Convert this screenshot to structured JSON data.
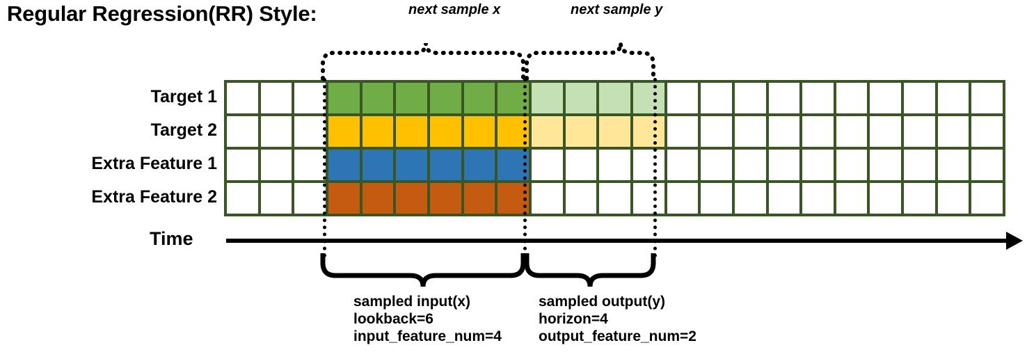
{
  "title": "Regular Regression(RR) Style:",
  "top_annotations": {
    "next_sample_x": "next sample x",
    "next_sample_y": "next sample y"
  },
  "row_labels": [
    "Target 1",
    "Target 2",
    "Extra Feature 1",
    "Extra Feature 2"
  ],
  "time_axis": {
    "label": "Time",
    "arrow_icon": "right-arrow-icon"
  },
  "colors": {
    "grid_border": "#385723",
    "empty_cell": "#ffffff",
    "target1": "#70AD47",
    "target1_faded": "#C5E0B4",
    "target2": "#FFC000",
    "target2_faded": "#FFE699",
    "extra_feature1": "#2E75B6",
    "extra_feature2": "#C55A11",
    "line": "#000000"
  },
  "grid": {
    "columns": 23,
    "rows": 4,
    "lead_empty_columns": 3,
    "input_columns": 6,
    "output_columns": 4,
    "trailing_empty_columns": 10,
    "cell_colors": [
      [
        "#ffffff",
        "#ffffff",
        "#ffffff",
        "#70AD47",
        "#70AD47",
        "#70AD47",
        "#70AD47",
        "#70AD47",
        "#70AD47",
        "#C5E0B4",
        "#C5E0B4",
        "#C5E0B4",
        "#C5E0B4",
        "#ffffff",
        "#ffffff",
        "#ffffff",
        "#ffffff",
        "#ffffff",
        "#ffffff",
        "#ffffff",
        "#ffffff",
        "#ffffff",
        "#ffffff"
      ],
      [
        "#ffffff",
        "#ffffff",
        "#ffffff",
        "#FFC000",
        "#FFC000",
        "#FFC000",
        "#FFC000",
        "#FFC000",
        "#FFC000",
        "#FFE699",
        "#FFE699",
        "#FFE699",
        "#FFE699",
        "#ffffff",
        "#ffffff",
        "#ffffff",
        "#ffffff",
        "#ffffff",
        "#ffffff",
        "#ffffff",
        "#ffffff",
        "#ffffff",
        "#ffffff"
      ],
      [
        "#ffffff",
        "#ffffff",
        "#ffffff",
        "#2E75B6",
        "#2E75B6",
        "#2E75B6",
        "#2E75B6",
        "#2E75B6",
        "#2E75B6",
        "#ffffff",
        "#ffffff",
        "#ffffff",
        "#ffffff",
        "#ffffff",
        "#ffffff",
        "#ffffff",
        "#ffffff",
        "#ffffff",
        "#ffffff",
        "#ffffff",
        "#ffffff",
        "#ffffff",
        "#ffffff"
      ],
      [
        "#ffffff",
        "#ffffff",
        "#ffffff",
        "#C55A11",
        "#C55A11",
        "#C55A11",
        "#C55A11",
        "#C55A11",
        "#C55A11",
        "#ffffff",
        "#ffffff",
        "#ffffff",
        "#ffffff",
        "#ffffff",
        "#ffffff",
        "#ffffff",
        "#ffffff",
        "#ffffff",
        "#ffffff",
        "#ffffff",
        "#ffffff",
        "#ffffff",
        "#ffffff"
      ]
    ]
  },
  "descriptions": {
    "input": {
      "line1": "sampled input(x)",
      "line2": "lookback=6",
      "line3": "input_feature_num=4"
    },
    "output": {
      "line1": "sampled output(y)",
      "line2": "horizon=4",
      "line3": "output_feature_num=2"
    }
  }
}
